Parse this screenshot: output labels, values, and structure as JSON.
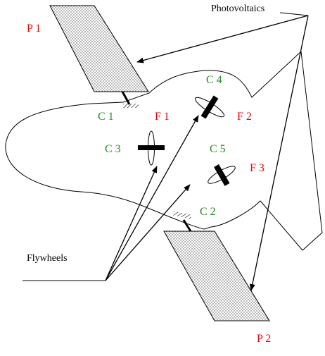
{
  "colors": {
    "panel_label": "#ff0000",
    "cmg_label": "#228b22",
    "flywheel_label": "#ff0000",
    "line": "#000000"
  },
  "labels": {
    "p1": "P 1",
    "p2": "P 2",
    "c1": "C 1",
    "c2": "C 2",
    "c3": "C 3",
    "c4": "C 4",
    "c5": "C 5",
    "f1": "F 1",
    "f2": "F 2",
    "f3": "F 3",
    "photovoltaics": "Photovoltaics",
    "flywheels": "Flywheels"
  }
}
